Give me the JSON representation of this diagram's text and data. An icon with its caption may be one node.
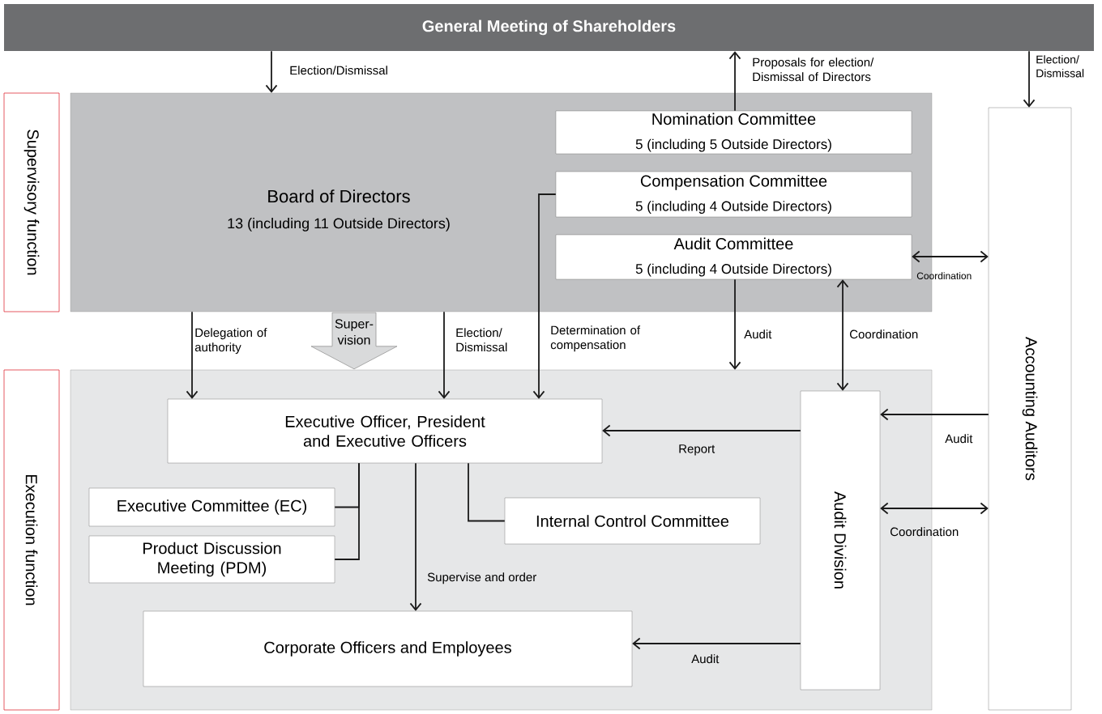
{
  "diagram": {
    "nodes": [
      {
        "text": [
          "General Meeting of Shareholders"
        ]
      },
      {
        "text": [
          "Supervisory function"
        ]
      },
      {
        "text": [
          "Board of Directors",
          "13 (including 11 Outside Directors)"
        ]
      },
      {
        "text": [
          "Nomination Committee",
          "5 (including 5 Outside Directors)"
        ],
        "in": 2
      },
      {
        "text": [
          "Compensation Committee",
          "5 (including 4 Outside Directors)"
        ],
        "in": 2
      },
      {
        "text": [
          "Audit Committee",
          "5 (including 4 Outside Directors)"
        ],
        "in": 2
      },
      {
        "text": [
          "Accounting Auditors"
        ]
      },
      {
        "text": [
          "Execution function"
        ]
      },
      {
        "text": [],
        "shape": "box"
      },
      {
        "text": [
          "Executive Officer, President and Executive Officers"
        ],
        "in": 8
      },
      {
        "text": [
          "Executive Committee (EC)"
        ],
        "in": 8
      },
      {
        "text": [
          "Product Discussion Meeting (PDM)"
        ],
        "in": 8
      },
      {
        "text": [
          "Internal Control Committee"
        ],
        "in": 8
      },
      {
        "text": [
          "Corporate Officers and Employees"
        ],
        "in": 8
      },
      {
        "text": [
          "Audit Division"
        ],
        "in": 8
      }
    ],
    "edges": [
      {
        "from": 0,
        "to": 2,
        "arrow": "to",
        "label": "Election/Dismissal"
      },
      {
        "from": 3,
        "to": 0,
        "arrow": "to",
        "label": "Proposals for election/ Dismissal of Directors"
      },
      {
        "from": 0,
        "to": 6,
        "arrow": "to",
        "label": "Election/ Dismissal"
      },
      {
        "from": 2,
        "to": 9,
        "arrow": "to",
        "label": "Delegation of authority"
      },
      {
        "from": 2,
        "to": 9,
        "arrow": "to",
        "label": "Election/ Dismissal"
      },
      {
        "from": 4,
        "to": 9,
        "arrow": "to",
        "label": "Determination of compensation"
      },
      {
        "from": 5,
        "to": 8,
        "arrow": "to",
        "label": "Audit"
      },
      {
        "from": 5,
        "to": 14,
        "arrow": "both",
        "label": "Coordination"
      },
      {
        "from": 5,
        "to": 6,
        "arrow": "both",
        "label": "Coordination"
      },
      {
        "from": 14,
        "to": 9,
        "arrow": "to",
        "label": "Report"
      },
      {
        "from": 6,
        "to": 14,
        "arrow": "to",
        "label": "Audit"
      },
      {
        "from": 14,
        "to": 6,
        "arrow": "both",
        "label": "Coordination"
      },
      {
        "from": 14,
        "to": 13,
        "arrow": "to",
        "label": "Audit"
      },
      {
        "from": 9,
        "to": 13,
        "arrow": "to",
        "label": "Supervise and order"
      },
      {
        "from": 10,
        "to": 9,
        "arrow": "none"
      },
      {
        "from": 11,
        "to": 9,
        "arrow": "none"
      },
      {
        "from": 9,
        "to": 12,
        "arrow": "none"
      },
      {
        "from": 2,
        "to": 8,
        "arrow": "to",
        "label": "Super- vision",
        "style": "thick",
        "color": "#d9dadb"
      }
    ]
  }
}
